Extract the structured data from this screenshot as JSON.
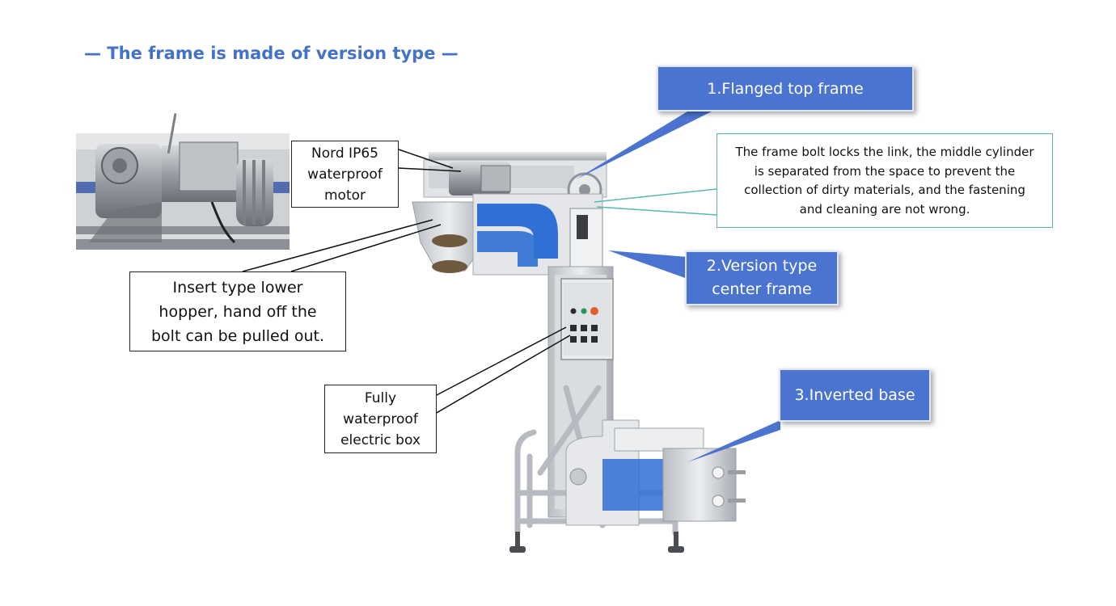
{
  "title": "— The frame is made of version type —",
  "callouts": {
    "top_frame": "1.Flanged top frame",
    "center_frame_line1": "2.Version type",
    "center_frame_line2": "center frame",
    "base": "3.Inverted base"
  },
  "notes": {
    "frame_bolt_line1": "The frame bolt locks the link, the middle cylinder",
    "frame_bolt_line2": "is separated from the space to prevent the",
    "frame_bolt_line3": "collection of dirty materials, and the fastening",
    "frame_bolt_line4": "and cleaning are not wrong.",
    "motor_line1": "Nord IP65",
    "motor_line2": "waterproof",
    "motor_line3": "motor",
    "hopper_line1": "Insert type lower",
    "hopper_line2": "hopper, hand off the",
    "hopper_line3": "bolt can be pulled out.",
    "electric_line1": "Fully",
    "electric_line2": "waterproof",
    "electric_line3": "electric box"
  },
  "colors": {
    "title": "#4472c4",
    "callout_fill": "#4a74cf",
    "teal_border": "#57b9b2",
    "belt_blue": "#2f6fd6",
    "steel": "#c9ccd0"
  }
}
